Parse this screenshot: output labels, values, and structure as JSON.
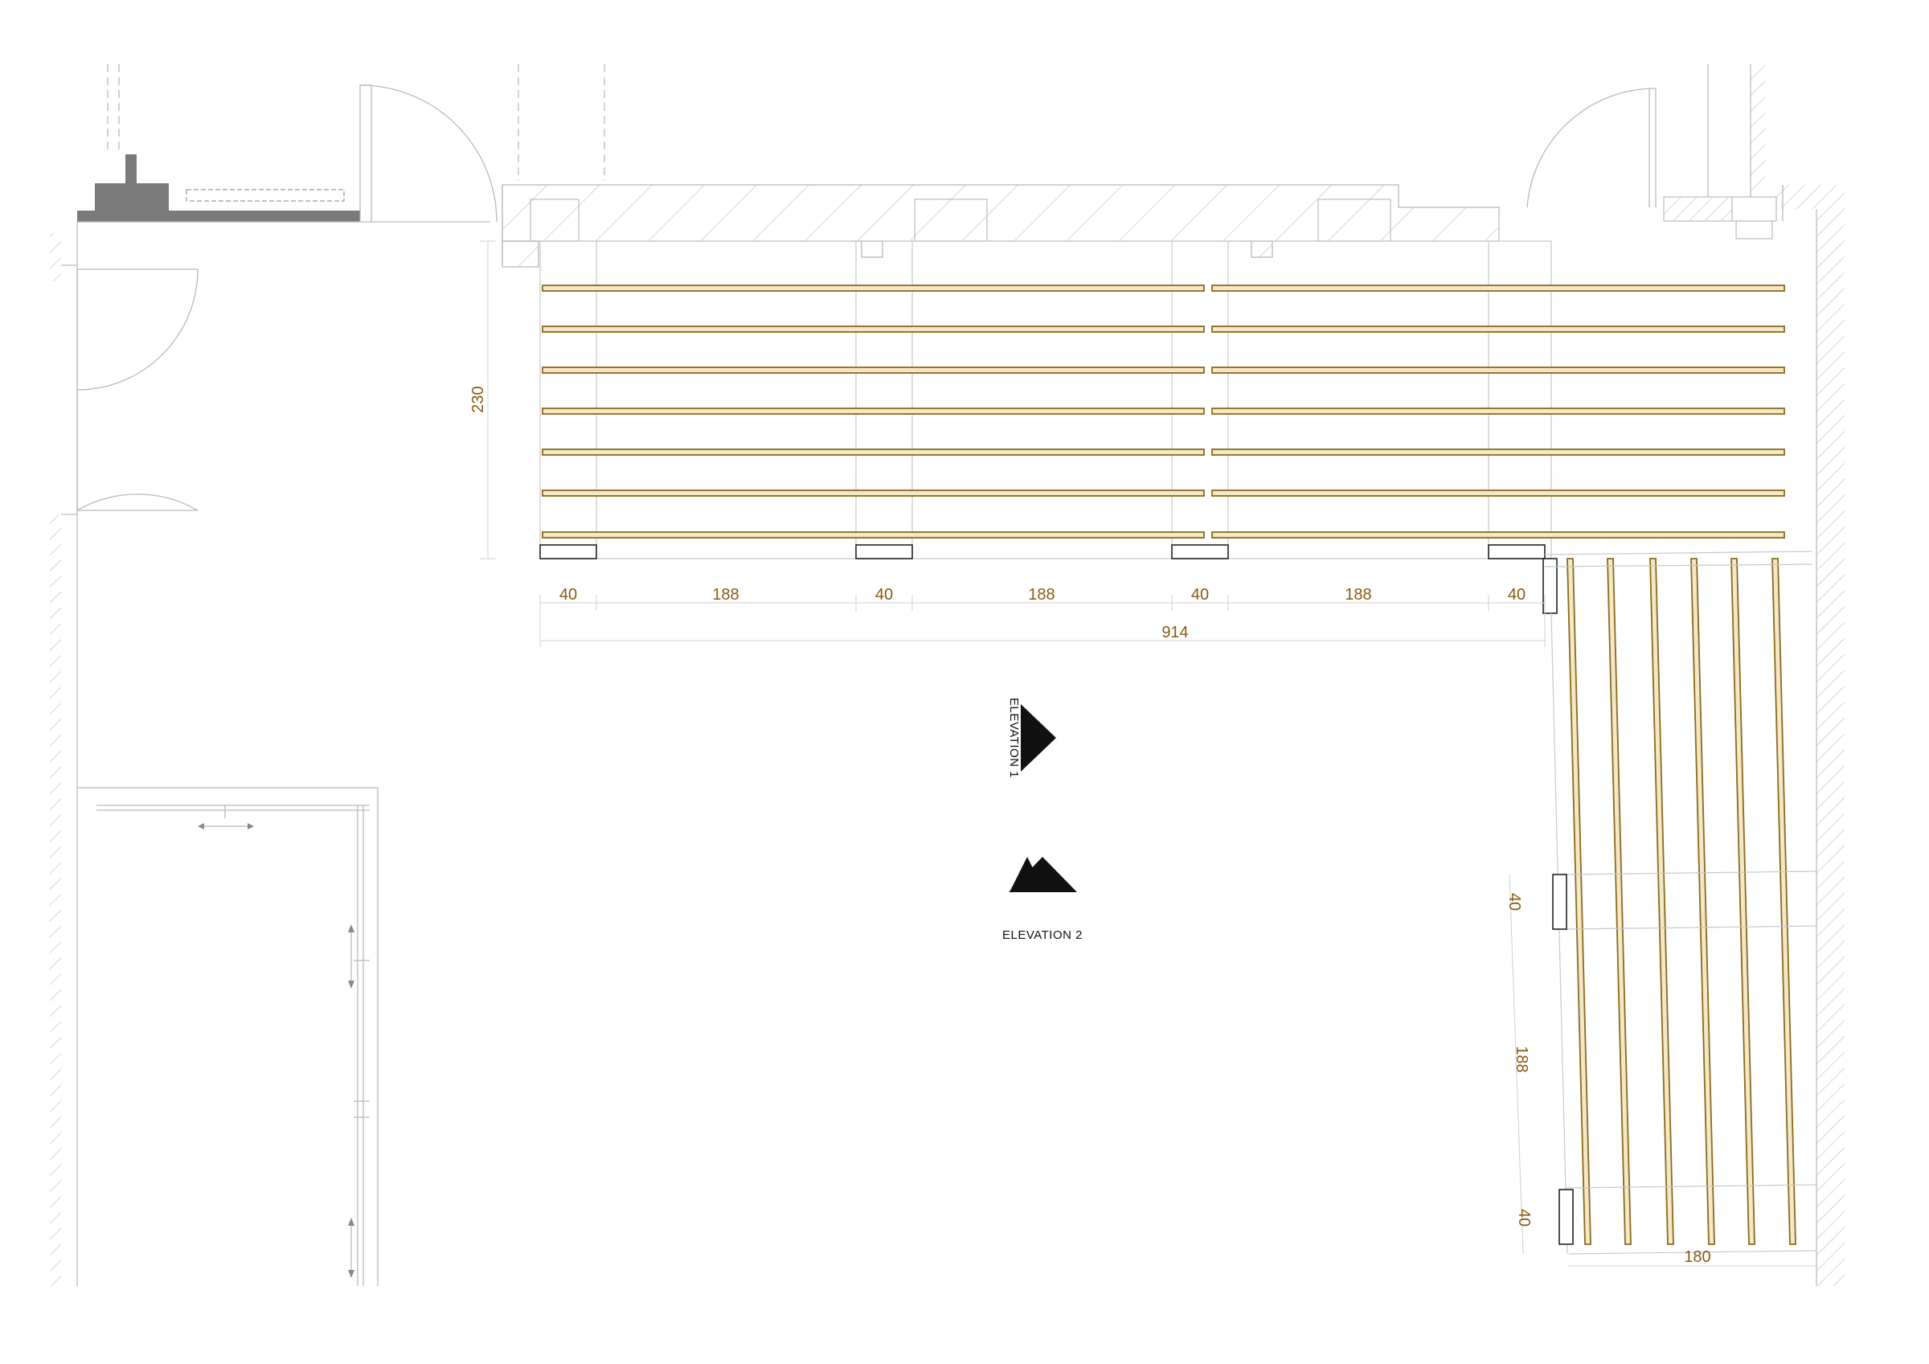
{
  "plan": {
    "horizontal_dims": [
      "40",
      "188",
      "40",
      "188",
      "40",
      "188",
      "40"
    ],
    "horizontal_total": "914",
    "height_dim": "230",
    "vertical_dims": [
      "40",
      "188",
      "40"
    ],
    "vertical_width_dim": "180",
    "elevation_1": "ELEVATION 1",
    "elevation_2": "ELEVATION 2",
    "shelf_color": "#8a6a1c",
    "dimension_color": "#8a5a12"
  }
}
